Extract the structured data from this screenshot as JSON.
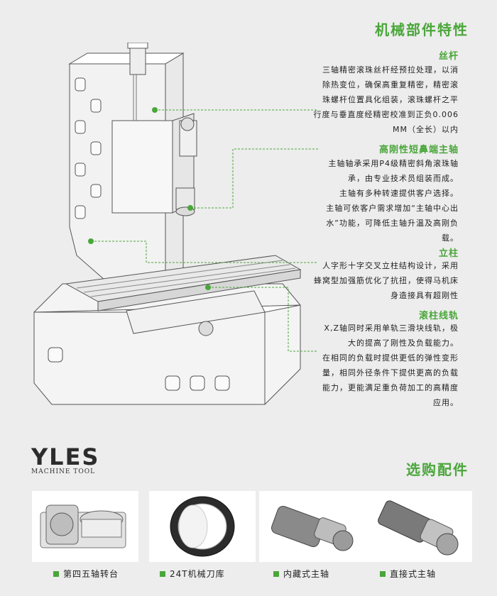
{
  "header": {
    "title": "机械部件特性"
  },
  "features": [
    {
      "heading": "丝杆",
      "lines": [
        "三轴精密滚珠丝杆经预拉处理，以消",
        "除热变位，确保高重复精密，精密滚",
        "珠螺杆位置具化组装，滚珠螺杆之平",
        "行度与垂直度经精密校准到正负0.006",
        "MM（全长）以内"
      ]
    },
    {
      "heading": "高刚性短鼻端主轴",
      "lines": [
        "主轴轴承采用P4级精密斜角滚珠轴",
        "承，由专业技术员组装而成。",
        "主轴有多种转速提供客户选择。",
        "主轴可依客户需求增加“主轴中心出",
        "水”功能，可降低主轴升温及高刚负",
        "载。"
      ]
    },
    {
      "heading": "立柱",
      "lines": [
        "人字形十字交叉立柱结构设计，采用",
        "蜂窝型加强筋优化了抗扭，使得马机床",
        "身造接具有超刚性"
      ]
    },
    {
      "heading": "滚柱线轨",
      "lines": [
        "X,Z轴同时采用单轨三滑块线轨，极",
        "大的提高了刚性及负载能力。",
        "在相同的负载时提供更低的弹性变形",
        "量，相同外径条件下提供更高的负载",
        "能力，更能满足重负荷加工的高精度",
        "应用。"
      ]
    }
  ],
  "brand": {
    "letters": "YLES",
    "sub": "MACHINE TOOL"
  },
  "accessories": {
    "title": "选购配件",
    "items": [
      {
        "caption": "第四五轴转台",
        "icon": "rotary-table-icon"
      },
      {
        "caption": "24T机械刀库",
        "icon": "tool-magazine-icon"
      },
      {
        "caption": "内藏式主轴",
        "icon": "builtin-spindle-icon"
      },
      {
        "caption": "直接式主轴",
        "icon": "direct-spindle-icon"
      }
    ]
  },
  "colors": {
    "accent": "#4aa63a",
    "background": "#ededed",
    "text": "#222222"
  }
}
